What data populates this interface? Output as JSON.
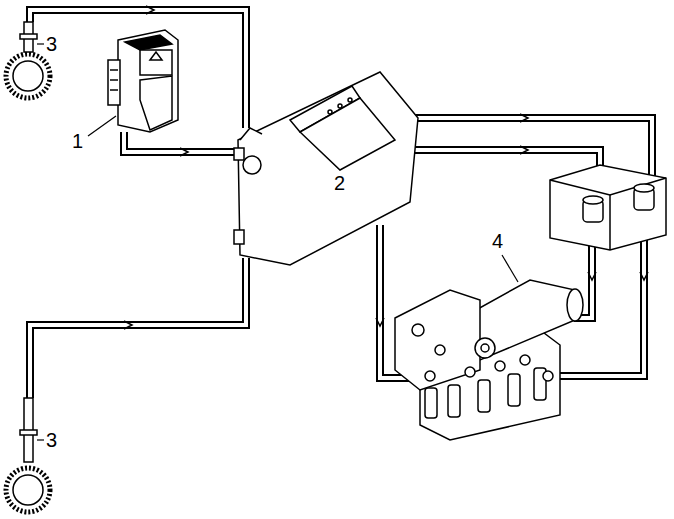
{
  "diagram": {
    "labels": [
      "3",
      "1",
      "2",
      "4",
      "3"
    ]
  }
}
